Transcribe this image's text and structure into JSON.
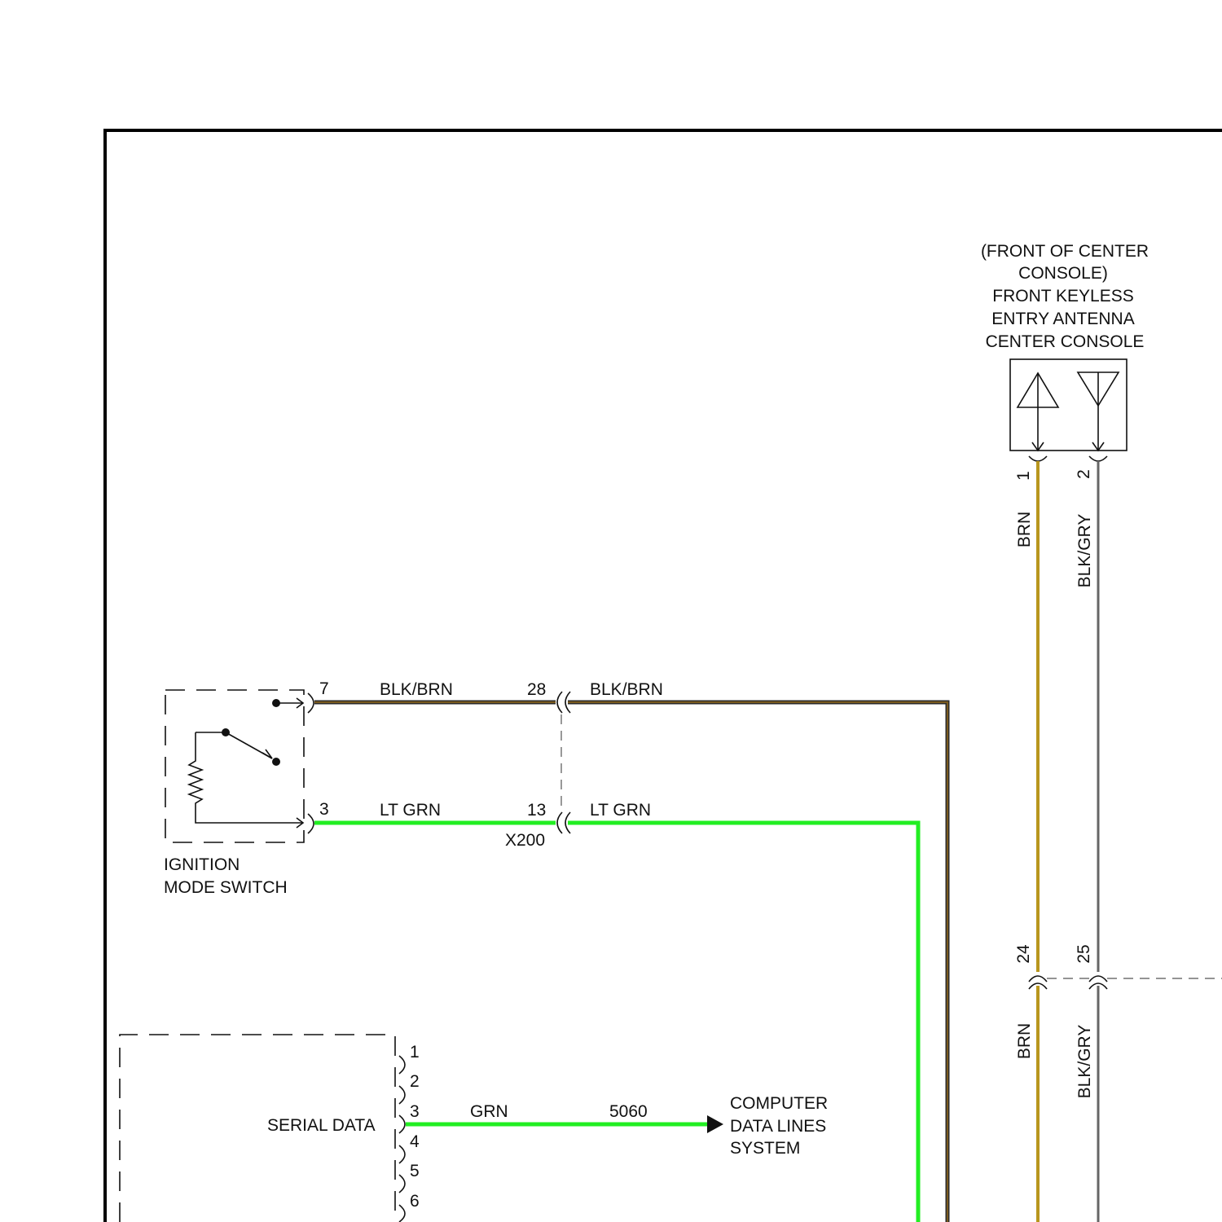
{
  "colors": {
    "frame": "#000000",
    "blk_brn": "#7a5a1e",
    "blk_brn_edge": "#2b2b2b",
    "lt_grn": "#22ee22",
    "grn": "#22ee22",
    "brn": "#b8961e",
    "blk_gry": "#666666"
  },
  "antenna": {
    "location_line1": "(FRONT OF CENTER",
    "location_line2": "CONSOLE)",
    "name_line1": "FRONT KEYLESS",
    "name_line2": "ENTRY ANTENNA",
    "name_line3": "CENTER CONSOLE",
    "pin_left": "1",
    "pin_right": "2"
  },
  "ignition_switch": {
    "name_line1": "IGNITION",
    "name_line2": "MODE SWITCH",
    "pin_top": "7",
    "pin_bottom": "3"
  },
  "wires": {
    "blk_brn_left": "BLK/BRN",
    "blk_brn_right": "BLK/BRN",
    "lt_grn_left": "LT GRN",
    "lt_grn_right": "LT GRN",
    "brn_upper": "BRN",
    "brn_lower": "BRN",
    "blk_gry_upper": "BLK/GRY",
    "blk_gry_lower": "BLK/GRY",
    "grn": "GRN"
  },
  "connector_x200": {
    "label": "X200",
    "pin_top": "28",
    "pin_bottom": "13"
  },
  "inline_connector": {
    "pin_left": "24",
    "pin_right": "25"
  },
  "module": {
    "serial_data_label": "SERIAL DATA",
    "pins": [
      "1",
      "2",
      "3",
      "4",
      "5",
      "6"
    ]
  },
  "serial_line": {
    "circuit_number": "5060",
    "dest_line1": "COMPUTER",
    "dest_line2": "DATA LINES",
    "dest_line3": "SYSTEM"
  }
}
